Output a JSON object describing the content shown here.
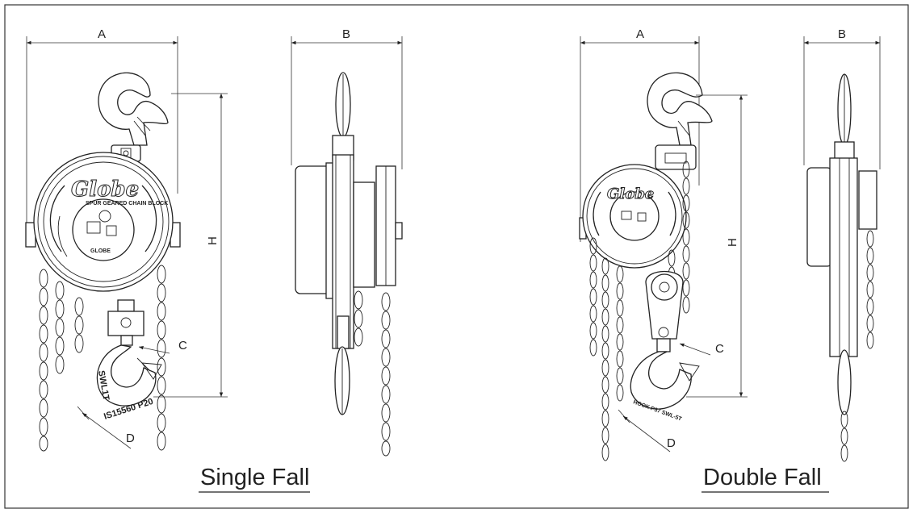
{
  "drawing": {
    "single_fall": {
      "caption": "Single Fall",
      "dim_a": "A",
      "dim_b": "B",
      "dim_h": "H",
      "dim_c": "C",
      "dim_d": "D",
      "brand": "Globe",
      "hook_text_1": "SWL1T",
      "hook_text_2": "IS15560 P20"
    },
    "double_fall": {
      "caption": "Double Fall",
      "dim_a": "A",
      "dim_b": "B",
      "dim_h": "H",
      "dim_c": "C",
      "dim_d": "D",
      "brand": "Globe",
      "hook_text": "HOOK P37 SWL-5T"
    }
  }
}
